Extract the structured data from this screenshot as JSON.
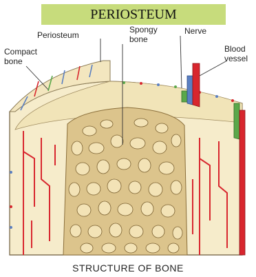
{
  "title": "PERIOSTEUM",
  "labels": {
    "periosteum": "Periosteum",
    "spongy_bone": [
      "Spongy",
      "bone"
    ],
    "nerve": "Nerve",
    "blood_vessel": [
      "Blood",
      "vessel"
    ],
    "compact_bone": [
      "Compact",
      "bone"
    ]
  },
  "caption": "STRUCTURE OF BONE",
  "colors": {
    "title_background": "#c7dc7c",
    "bone_cream": "#f4ecc8",
    "spongy_fill": "#d9c08a",
    "blood_vessel": "#d8262e",
    "nerve": "#5aa84a"
  }
}
